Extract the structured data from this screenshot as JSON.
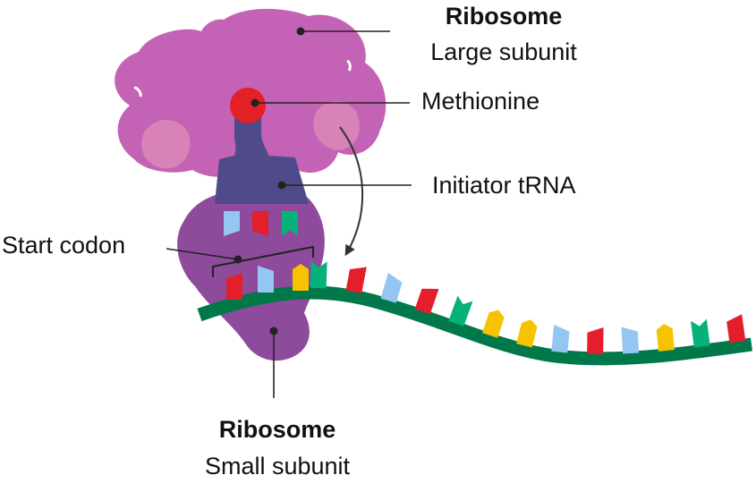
{
  "labels": {
    "large_subunit": {
      "title": "Ribosome",
      "subtitle": "Large subunit"
    },
    "methionine": "Methionine",
    "initiator_trna": "Initiator tRNA",
    "start_codon": "Start codon",
    "small_subunit": {
      "title": "Ribosome",
      "subtitle": "Small subunit"
    }
  },
  "colors": {
    "large_subunit": "#c463b5",
    "large_subunit_patch": "#d882b8",
    "small_subunit": "#8e4b9b",
    "methionine": "#e32026",
    "trna": "#4f4b8a",
    "mrna_strand": "#00784a",
    "base_red": "#e41e2b",
    "base_blue": "#93c6f1",
    "base_green": "#06b17a",
    "base_yellow": "#f7c300"
  },
  "anticodon": [
    "blue",
    "red",
    "green"
  ],
  "start_codon_bases": [
    "red",
    "blue",
    "yellow"
  ],
  "mrna_bases": [
    "green",
    "red",
    "blue",
    "red",
    "green",
    "yellow",
    "yellow",
    "blue",
    "red",
    "blue",
    "yellow",
    "green",
    "red"
  ]
}
